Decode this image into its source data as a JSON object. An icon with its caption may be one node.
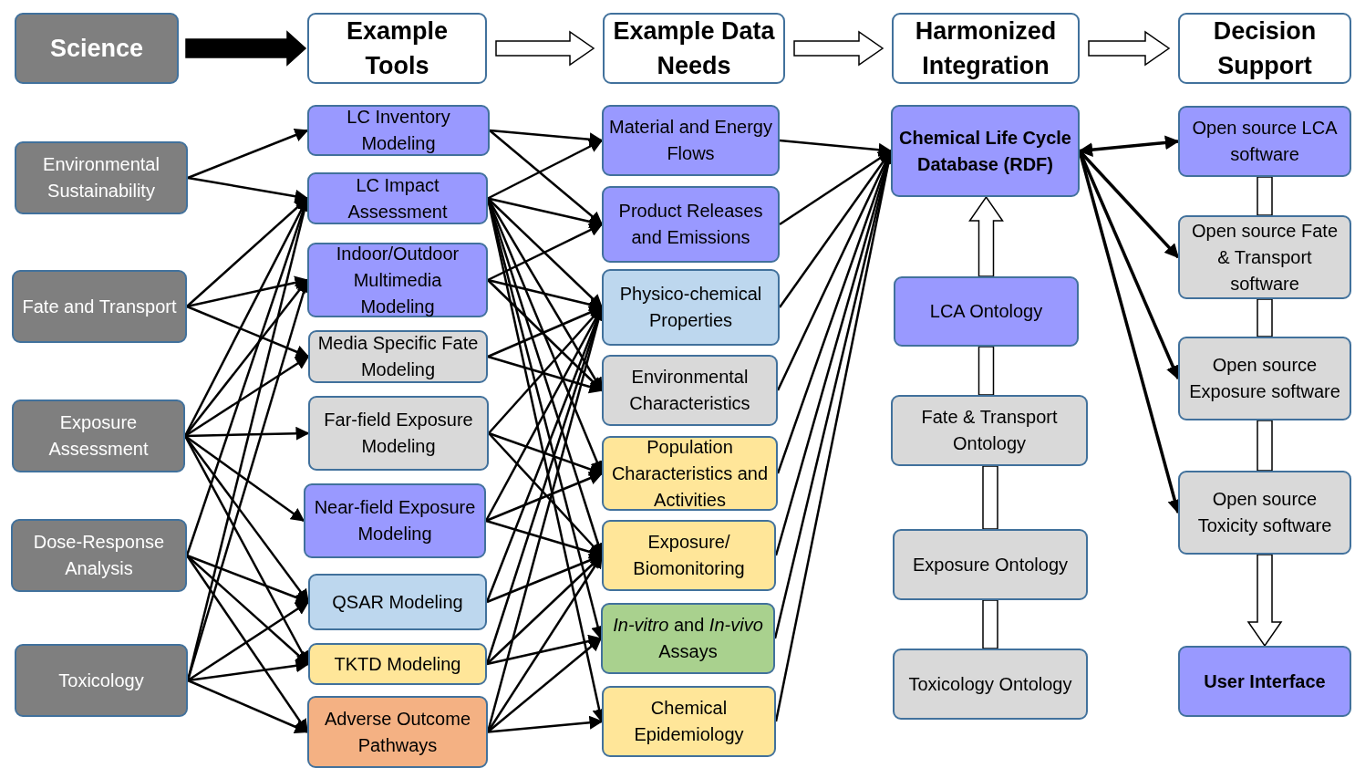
{
  "diagram": {
    "nodes": [
      {
        "text": [
          "Science"
        ]
      },
      {
        "text": [
          "Example Tools"
        ]
      },
      {
        "text": [
          "Example Data Needs"
        ]
      },
      {
        "text": [
          "Harmonized Integration"
        ]
      },
      {
        "text": [
          "Decision Support"
        ]
      },
      {
        "text": [
          "Environmental Sustainability"
        ]
      },
      {
        "text": [
          "Fate and Transport"
        ]
      },
      {
        "text": [
          "Exposure Assessment"
        ]
      },
      {
        "text": [
          "Dose-Response Analysis"
        ]
      },
      {
        "text": [
          "Toxicology"
        ]
      },
      {
        "text": [
          "LC Inventory Modeling"
        ]
      },
      {
        "text": [
          "LC Impact Assessment"
        ]
      },
      {
        "text": [
          "Indoor/Outdoor Multimedia Modeling"
        ]
      },
      {
        "text": [
          "Media Specific Fate Modeling"
        ]
      },
      {
        "text": [
          "Far-field Exposure Modeling"
        ]
      },
      {
        "text": [
          "Near-field Exposure Modeling"
        ]
      },
      {
        "text": [
          "QSAR Modeling"
        ]
      },
      {
        "text": [
          "TKTD Modeling"
        ]
      },
      {
        "text": [
          "Adverse Outcome Pathways"
        ]
      },
      {
        "text": [
          "Material and Energy Flows"
        ]
      },
      {
        "text": [
          "Product Releases and Emissions"
        ]
      },
      {
        "text": [
          "Physico-chemical Properties"
        ]
      },
      {
        "text": [
          "Environmental Characteristics"
        ]
      },
      {
        "text": [
          "Population Characteristics and Activities"
        ]
      },
      {
        "text": [
          "Exposure/ Biomonitoring"
        ]
      },
      {
        "text": [
          "*In-vitro* and *In-vivo* Assays"
        ]
      },
      {
        "text": [
          "Chemical Epidemiology"
        ]
      },
      {
        "text": [
          "Chemical Life Cycle Database (RDF)"
        ]
      },
      {
        "text": [
          "LCA Ontology"
        ]
      },
      {
        "text": [
          "Fate & Transport Ontology"
        ]
      },
      {
        "text": [
          "Exposure Ontology"
        ]
      },
      {
        "text": [
          "Toxicology Ontology"
        ]
      },
      {
        "text": [
          "Open source LCA software"
        ]
      },
      {
        "text": [
          "Open source Fate & Transport software"
        ]
      },
      {
        "text": [
          "Open source Exposure software"
        ]
      },
      {
        "text": [
          "Open source Toxicity software"
        ]
      },
      {
        "text": [
          "User Interface"
        ]
      }
    ],
    "edges": [
      {
        "from": 0,
        "to": 1,
        "arrow": "to",
        "style": "thick",
        "color": "#000000"
      },
      {
        "from": 1,
        "to": 2,
        "arrow": "to",
        "style": "thick"
      },
      {
        "from": 2,
        "to": 3,
        "arrow": "to",
        "style": "thick"
      },
      {
        "from": 3,
        "to": 4,
        "arrow": "to",
        "style": "thick"
      },
      {
        "from": 5,
        "to": 10,
        "arrow": "to"
      },
      {
        "from": 5,
        "to": 11,
        "arrow": "to"
      },
      {
        "from": 6,
        "to": 11,
        "arrow": "to"
      },
      {
        "from": 6,
        "to": 12,
        "arrow": "to"
      },
      {
        "from": 6,
        "to": 13,
        "arrow": "to"
      },
      {
        "from": 7,
        "to": 11,
        "arrow": "to"
      },
      {
        "from": 7,
        "to": 12,
        "arrow": "to"
      },
      {
        "from": 7,
        "to": 13,
        "arrow": "to"
      },
      {
        "from": 7,
        "to": 14,
        "arrow": "to"
      },
      {
        "from": 7,
        "to": 15,
        "arrow": "to"
      },
      {
        "from": 7,
        "to": 16,
        "arrow": "to"
      },
      {
        "from": 7,
        "to": 17,
        "arrow": "to"
      },
      {
        "from": 8,
        "to": 11,
        "arrow": "to"
      },
      {
        "from": 8,
        "to": 16,
        "arrow": "to"
      },
      {
        "from": 8,
        "to": 17,
        "arrow": "to"
      },
      {
        "from": 8,
        "to": 18,
        "arrow": "to"
      },
      {
        "from": 9,
        "to": 11,
        "arrow": "to"
      },
      {
        "from": 9,
        "to": 12,
        "arrow": "to"
      },
      {
        "from": 9,
        "to": 16,
        "arrow": "to"
      },
      {
        "from": 9,
        "to": 17,
        "arrow": "to"
      },
      {
        "from": 9,
        "to": 18,
        "arrow": "to"
      },
      {
        "from": 10,
        "to": 19,
        "arrow": "to"
      },
      {
        "from": 10,
        "to": 20,
        "arrow": "to"
      },
      {
        "from": 11,
        "to": 19,
        "arrow": "to"
      },
      {
        "from": 11,
        "to": 20,
        "arrow": "to"
      },
      {
        "from": 11,
        "to": 21,
        "arrow": "to"
      },
      {
        "from": 11,
        "to": 22,
        "arrow": "to"
      },
      {
        "from": 11,
        "to": 23,
        "arrow": "to"
      },
      {
        "from": 11,
        "to": 24,
        "arrow": "to"
      },
      {
        "from": 11,
        "to": 25,
        "arrow": "to"
      },
      {
        "from": 11,
        "to": 26,
        "arrow": "to"
      },
      {
        "from": 12,
        "to": 20,
        "arrow": "to"
      },
      {
        "from": 12,
        "to": 21,
        "arrow": "to"
      },
      {
        "from": 12,
        "to": 22,
        "arrow": "to"
      },
      {
        "from": 13,
        "to": 21,
        "arrow": "to"
      },
      {
        "from": 13,
        "to": 22,
        "arrow": "to"
      },
      {
        "from": 14,
        "to": 21,
        "arrow": "to"
      },
      {
        "from": 14,
        "to": 23,
        "arrow": "to"
      },
      {
        "from": 14,
        "to": 24,
        "arrow": "to"
      },
      {
        "from": 15,
        "to": 21,
        "arrow": "to"
      },
      {
        "from": 15,
        "to": 23,
        "arrow": "to"
      },
      {
        "from": 15,
        "to": 24,
        "arrow": "to"
      },
      {
        "from": 16,
        "to": 21,
        "arrow": "to"
      },
      {
        "from": 16,
        "to": 24,
        "arrow": "to"
      },
      {
        "from": 17,
        "to": 21,
        "arrow": "to"
      },
      {
        "from": 17,
        "to": 24,
        "arrow": "to"
      },
      {
        "from": 17,
        "to": 25,
        "arrow": "to"
      },
      {
        "from": 18,
        "to": 21,
        "arrow": "to"
      },
      {
        "from": 18,
        "to": 24,
        "arrow": "to"
      },
      {
        "from": 18,
        "to": 25,
        "arrow": "to"
      },
      {
        "from": 18,
        "to": 26,
        "arrow": "to"
      },
      {
        "from": 19,
        "to": 27,
        "arrow": "to"
      },
      {
        "from": 20,
        "to": 27,
        "arrow": "to"
      },
      {
        "from": 21,
        "to": 27,
        "arrow": "to"
      },
      {
        "from": 22,
        "to": 27,
        "arrow": "to"
      },
      {
        "from": 23,
        "to": 27,
        "arrow": "to"
      },
      {
        "from": 24,
        "to": 27,
        "arrow": "to"
      },
      {
        "from": 25,
        "to": 27,
        "arrow": "to"
      },
      {
        "from": 26,
        "to": 27,
        "arrow": "to"
      },
      {
        "from": 28,
        "to": 27,
        "arrow": "to",
        "style": "thick"
      },
      {
        "from": 29,
        "to": 28,
        "arrow": "none",
        "style": "thick"
      },
      {
        "from": 30,
        "to": 29,
        "arrow": "none",
        "style": "thick"
      },
      {
        "from": 31,
        "to": 30,
        "arrow": "none",
        "style": "thick"
      },
      {
        "from": 27,
        "to": 32,
        "arrow": "both"
      },
      {
        "from": 27,
        "to": 33,
        "arrow": "to"
      },
      {
        "from": 27,
        "to": 34,
        "arrow": "to"
      },
      {
        "from": 27,
        "to": 35,
        "arrow": "to"
      },
      {
        "from": 32,
        "to": 33,
        "arrow": "none",
        "style": "thick"
      },
      {
        "from": 33,
        "to": 34,
        "arrow": "none",
        "style": "thick"
      },
      {
        "from": 34,
        "to": 35,
        "arrow": "none",
        "style": "thick"
      },
      {
        "from": 35,
        "to": 36,
        "arrow": "to",
        "style": "thick"
      }
    ]
  }
}
